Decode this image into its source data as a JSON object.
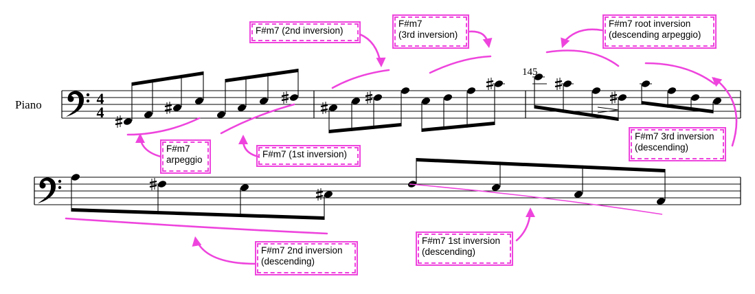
{
  "score": {
    "instrument": "Piano",
    "clef": "bass",
    "time_signature": {
      "numerator": "4",
      "denominator": "4"
    },
    "measure_number": "145",
    "accent_color": "#ee44dd"
  },
  "annotations": {
    "arpeggio": "F#m7\narpeggio",
    "first_inversion": "F#m7 (1st inversion)",
    "second_inversion": "F#m7 (2nd inversion)",
    "third_inversion": "F#m7\n(3rd inversion)",
    "root_inversion_desc": "F#m7 root inversion\n(descending arpeggio)",
    "third_inversion_desc": "F#m7 3rd inversion\n(descending)",
    "second_inversion_desc": "F#m7 2nd inversion\n(descending)",
    "first_inversion_desc": "F#m7 1st inversion\n(descending)"
  },
  "notes": {
    "system1": [
      {
        "pitch": "F#2",
        "accidental": "sharp"
      },
      {
        "pitch": "A2"
      },
      {
        "pitch": "C#3",
        "accidental": "sharp"
      },
      {
        "pitch": "E3"
      },
      {
        "pitch": "A2"
      },
      {
        "pitch": "C#3"
      },
      {
        "pitch": "E3"
      },
      {
        "pitch": "F#3",
        "accidental": "sharp"
      },
      {
        "pitch": "C#3",
        "accidental": "sharp"
      },
      {
        "pitch": "E3"
      },
      {
        "pitch": "F#3",
        "accidental": "sharp"
      },
      {
        "pitch": "A3"
      },
      {
        "pitch": "E3"
      },
      {
        "pitch": "F#3"
      },
      {
        "pitch": "A3"
      },
      {
        "pitch": "C#4",
        "accidental": "sharp"
      },
      {
        "pitch": "E4"
      },
      {
        "pitch": "C#4",
        "accidental": "sharp"
      },
      {
        "pitch": "A3"
      },
      {
        "pitch": "F#3",
        "accidental": "sharp"
      },
      {
        "pitch": "C#4"
      },
      {
        "pitch": "A3"
      },
      {
        "pitch": "F#3"
      },
      {
        "pitch": "E3"
      }
    ],
    "system2": [
      {
        "pitch": "A3"
      },
      {
        "pitch": "F#3",
        "accidental": "sharp"
      },
      {
        "pitch": "E3"
      },
      {
        "pitch": "C#3",
        "accidental": "sharp"
      },
      {
        "pitch": "F#3"
      },
      {
        "pitch": "E3"
      },
      {
        "pitch": "C#3"
      },
      {
        "pitch": "A2"
      }
    ]
  }
}
